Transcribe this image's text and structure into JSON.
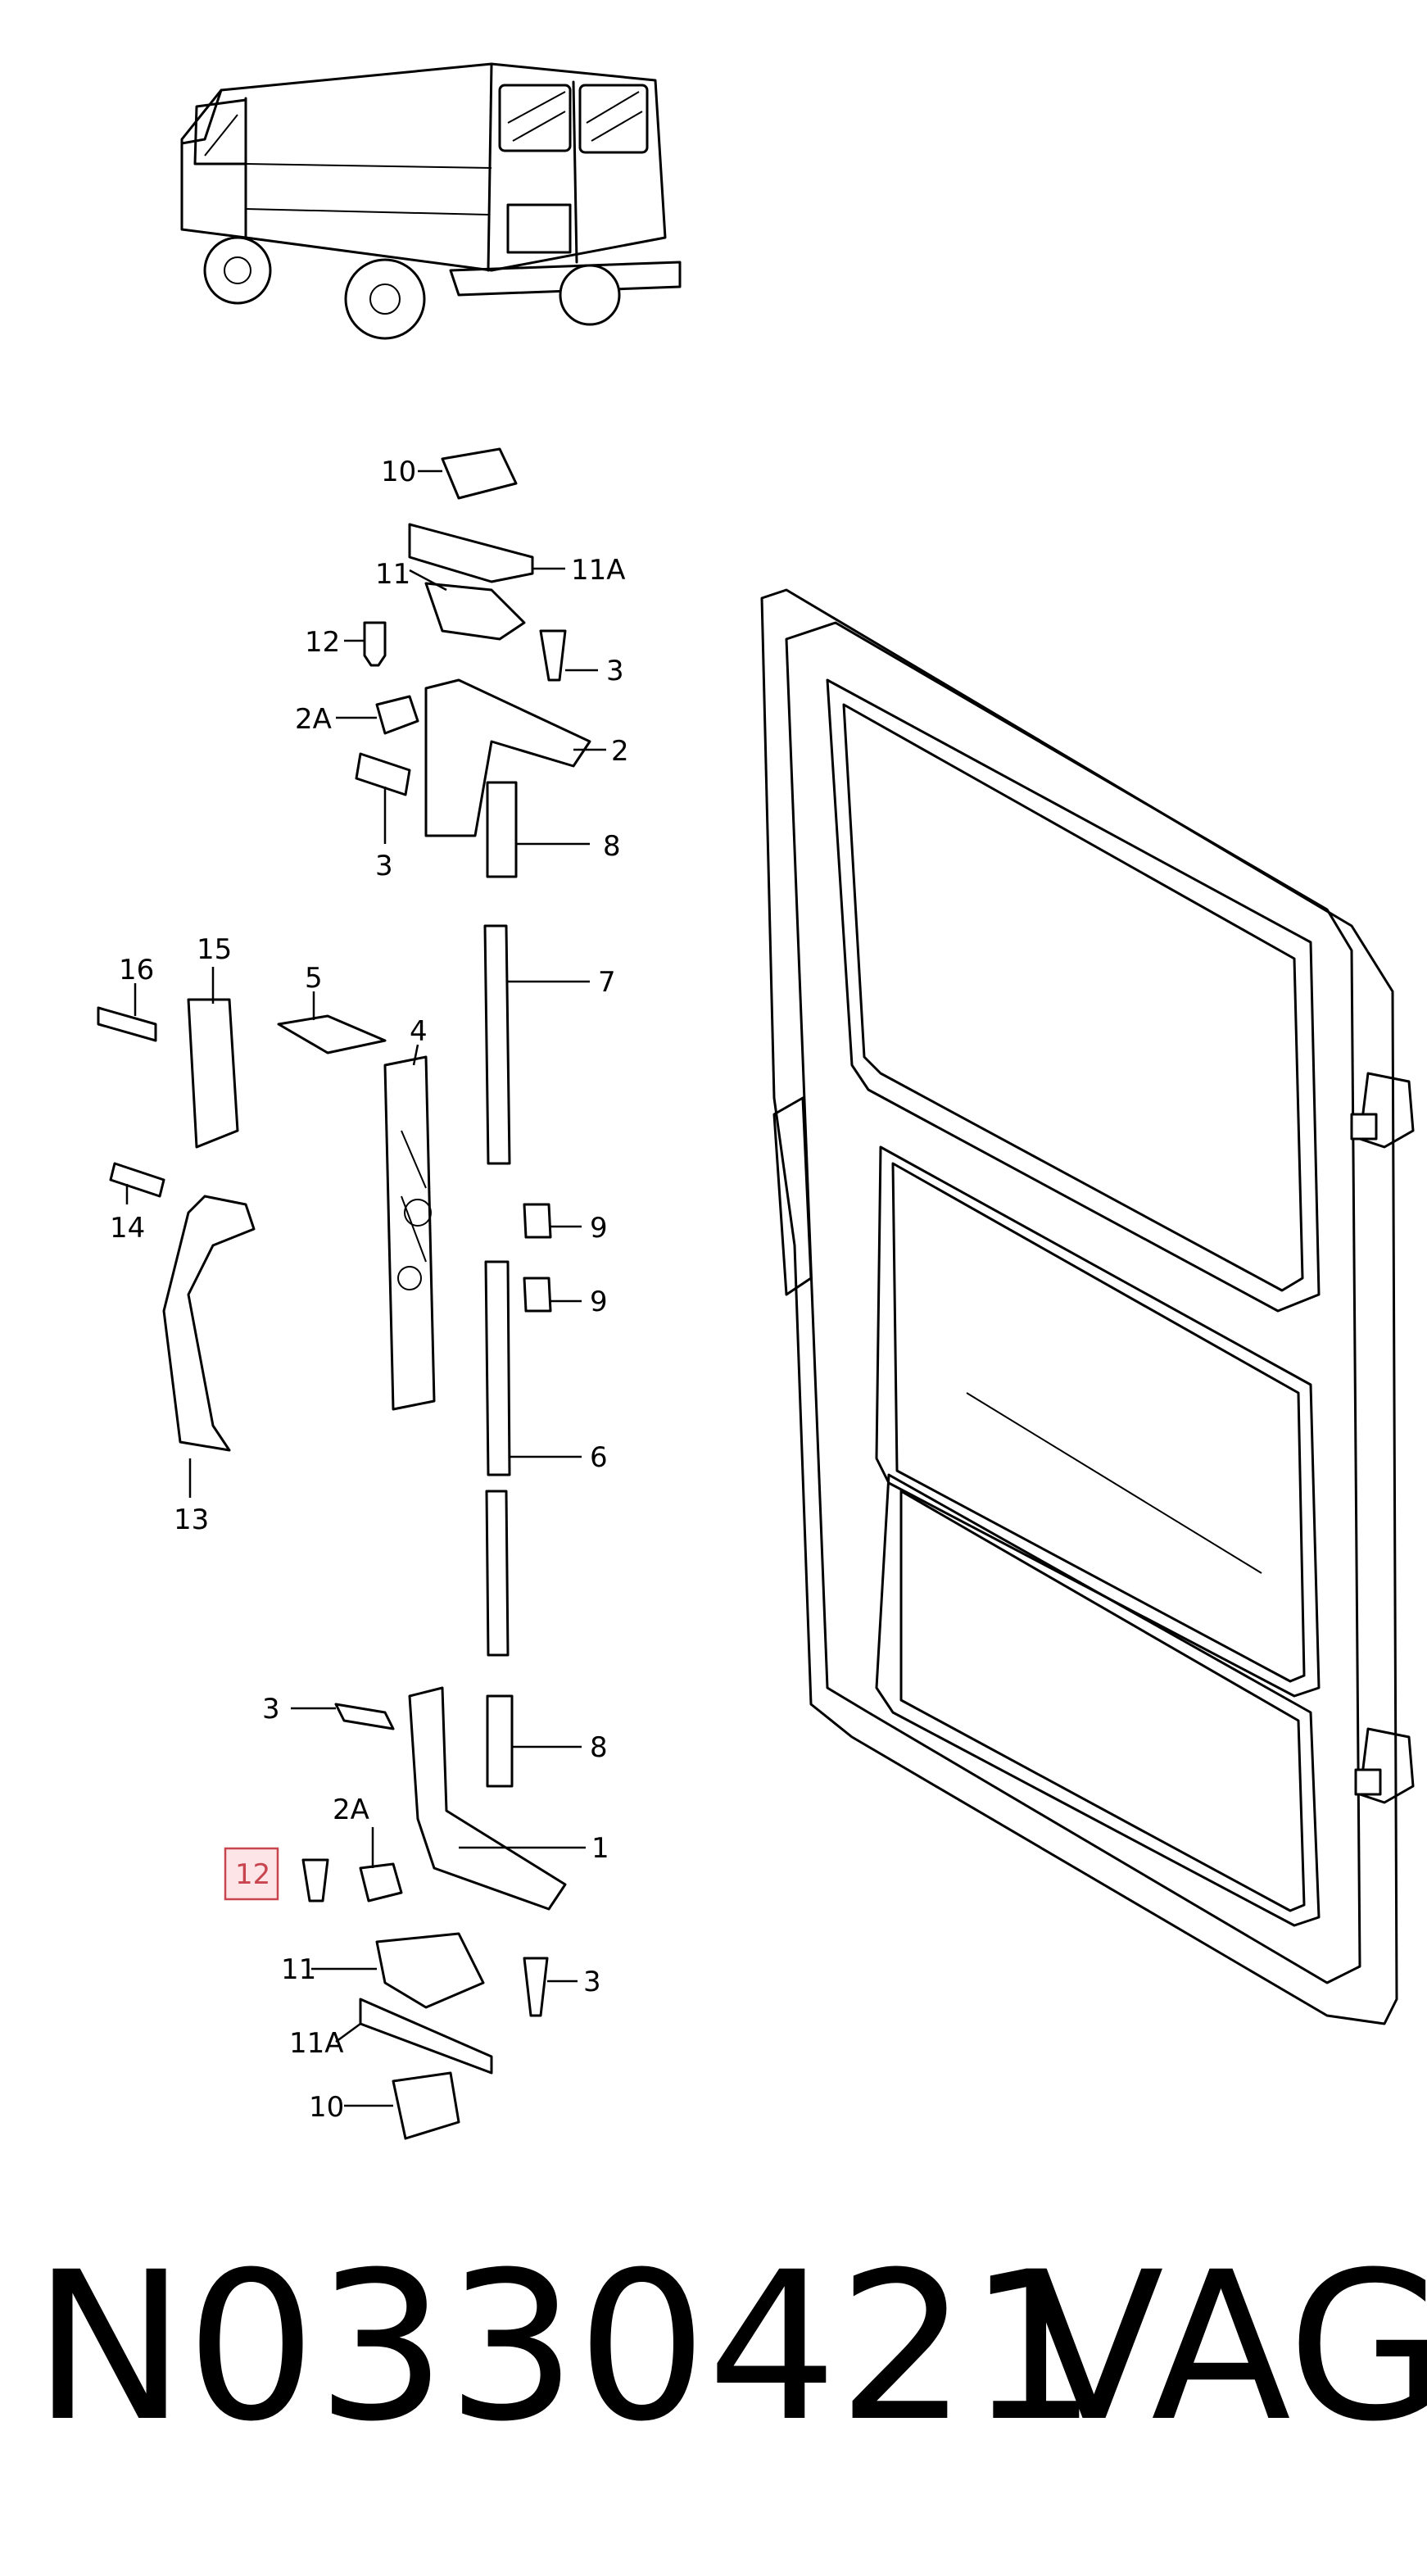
{
  "labels": {
    "l10_top": "10",
    "l11_top": "11",
    "l11a_top": "11A",
    "l12_top": "12",
    "l3_a": "3",
    "l2a_top": "2A",
    "l2": "2",
    "l3_b": "3",
    "l8_top": "8",
    "l7": "7",
    "l16": "16",
    "l15": "15",
    "l5": "5",
    "l4": "4",
    "l9_a": "9",
    "l9_b": "9",
    "l14": "14",
    "l6": "6",
    "l13": "13",
    "l3_c": "3",
    "l8_bot": "8",
    "l2a_bot": "2A",
    "l1": "1",
    "l12_bot": "12",
    "l11_bot": "11",
    "l3_d": "3",
    "l11a_bot": "11A",
    "l10_bot": "10"
  },
  "caption": {
    "part_number": "N0330421",
    "brand": "VAG"
  },
  "highlight_color": "#c8444f"
}
